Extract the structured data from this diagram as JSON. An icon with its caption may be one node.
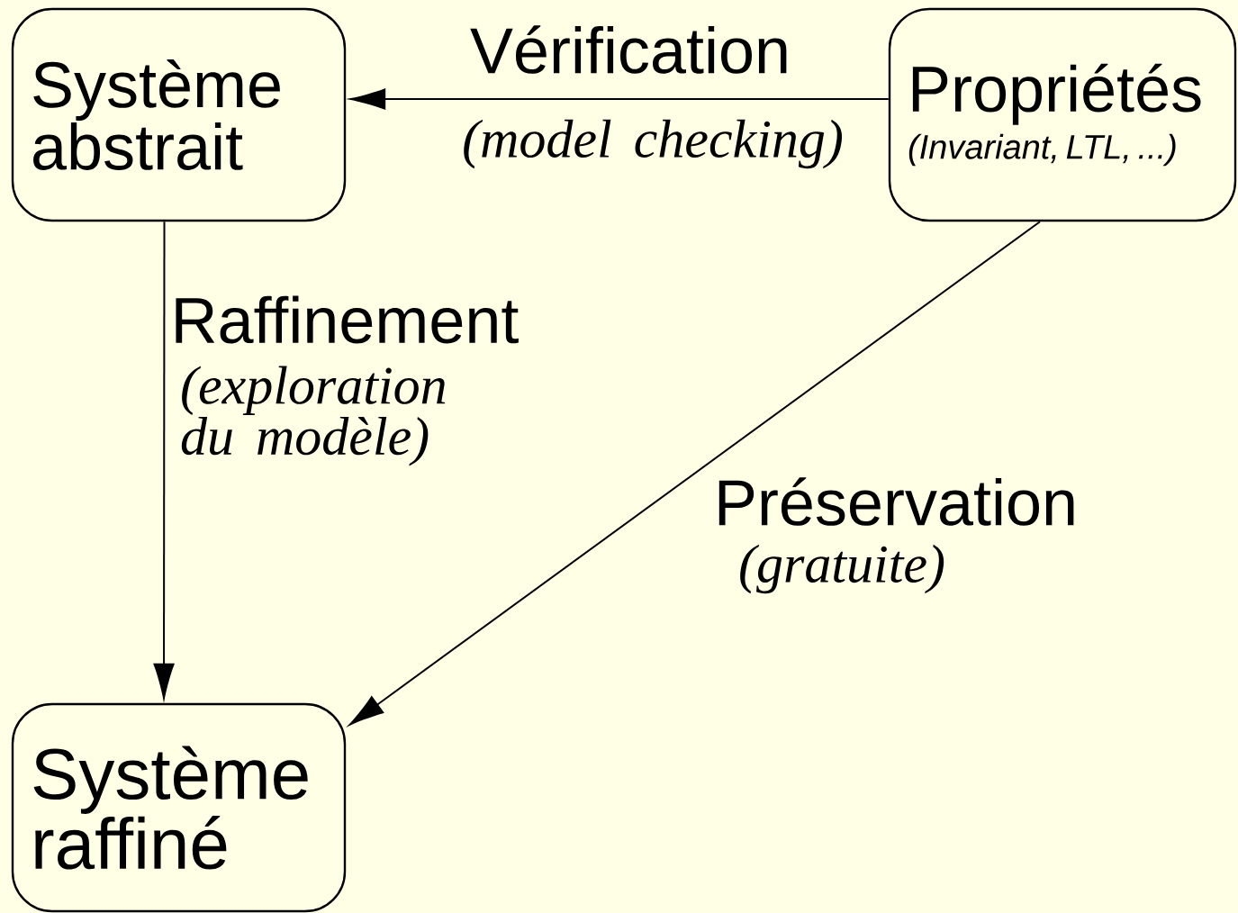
{
  "diagram": {
    "nodes": [
      {
        "text": [
          "Système abstrait"
        ]
      },
      {
        "text": [
          "Propriétés",
          "(Invariant, LTL, ...)"
        ]
      },
      {
        "text": [
          "Système raffiné"
        ]
      }
    ],
    "edges": [
      {
        "from": 1,
        "to": 0,
        "arrow": "to",
        "label": "Vérification"
      },
      {
        "from": 0,
        "to": 2,
        "arrow": "to",
        "label": "Raffinement"
      },
      {
        "from": 1,
        "to": 2,
        "arrow": "to",
        "label": "Préservation"
      }
    ],
    "labels": [
      "(model checking)",
      "(exploration du modèle)",
      "(gratuite)"
    ]
  }
}
